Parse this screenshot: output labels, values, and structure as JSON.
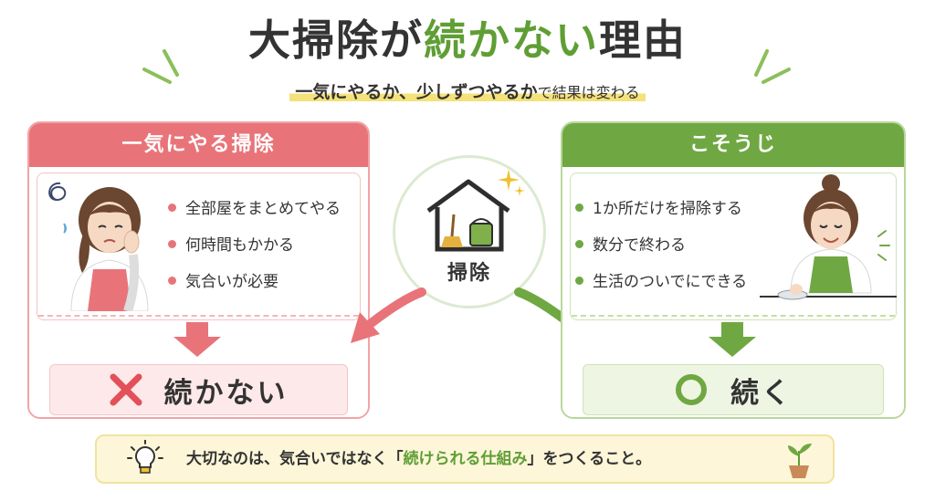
{
  "title": {
    "main": "大掃除が",
    "accent": "続かない",
    "rest": "理由"
  },
  "subtitle": {
    "strong": "一気にやるか、少しずつやるか",
    "weak": "で結果は変わる"
  },
  "left_panel": {
    "heading": "一気にやる掃除",
    "bullets": [
      "全部屋をまとめてやる",
      "何時間もかかる",
      "気合いが必要"
    ],
    "result": "続かない"
  },
  "center": {
    "label": "掃除"
  },
  "right_panel": {
    "heading": "こそうじ",
    "bullets": [
      "1か所だけを掃除する",
      "数分で終わる",
      "生活のついでにできる"
    ],
    "result": "続く"
  },
  "bottom": {
    "before": "大切なのは、気合いではなく",
    "open_quote": "「",
    "highlight": "続けられる仕組み",
    "close_quote": "」",
    "after": "をつくること。"
  },
  "colors": {
    "red": "#e8747a",
    "green": "#6fa843",
    "yellow": "#f5e27a"
  },
  "icons": [
    "house-broom-bucket-icon",
    "sparkle-icon",
    "cross-icon",
    "circle-icon",
    "lightbulb-icon",
    "plant-icon"
  ]
}
